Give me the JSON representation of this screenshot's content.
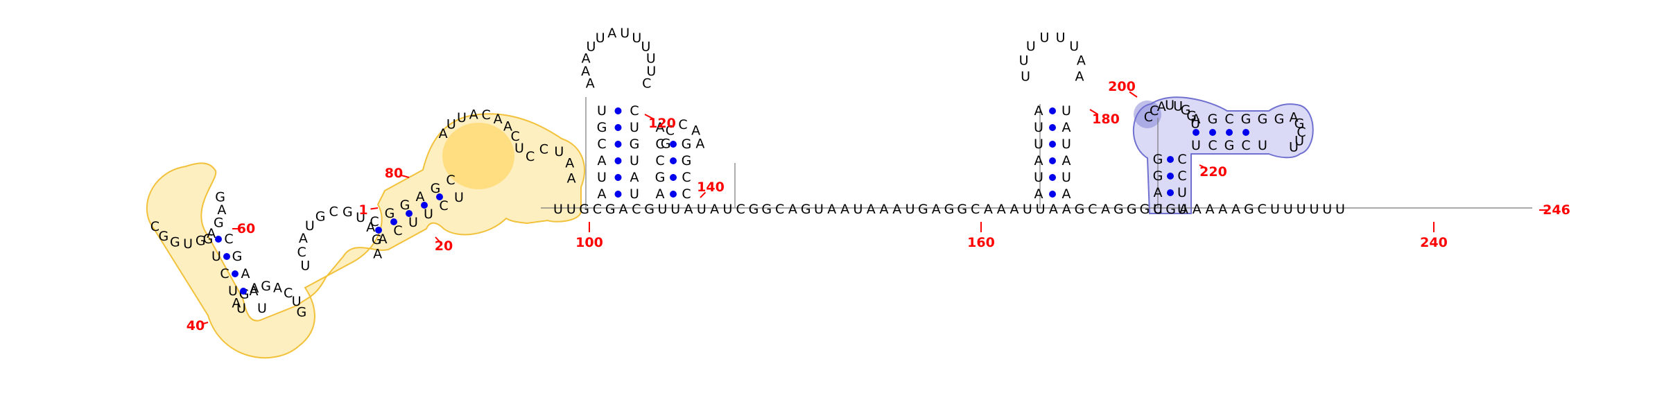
{
  "diagram": {
    "sequence_tail_label": "246",
    "highlight_colors": {
      "yellow": "#fdd04c",
      "blue": "#9696e6"
    },
    "position_labels": [
      "1",
      "20",
      "40",
      "60",
      "80",
      "100",
      "120",
      "140",
      "160",
      "180",
      "200",
      "220",
      "240",
      "246"
    ],
    "main_strand": "UUGCGACGUUAUAUCGGCAGUAAUAAAUGAGGCAAAUUAAGCAGGGCGAAAAAGCUUUUUU",
    "hairpin_1": {
      "stem_5p": "AUACGU",
      "stem_3p": "UAUGUC",
      "loop": "AAAUUAUUUUUC"
    },
    "hairpin_2": {
      "stem_5p": "AGCCA",
      "stem_3p": "CCGG",
      "loop": "GCCAA"
    },
    "hairpin_3": {
      "stem_5p": "AUAUUA",
      "stem_3p": "AUAUAU",
      "loop": "UUUUUUAA"
    },
    "hairpin_4": {
      "stem_5p": "AGCGGG",
      "stem_3p": "UCGCU",
      "loop": "AGCUU"
    }
  }
}
